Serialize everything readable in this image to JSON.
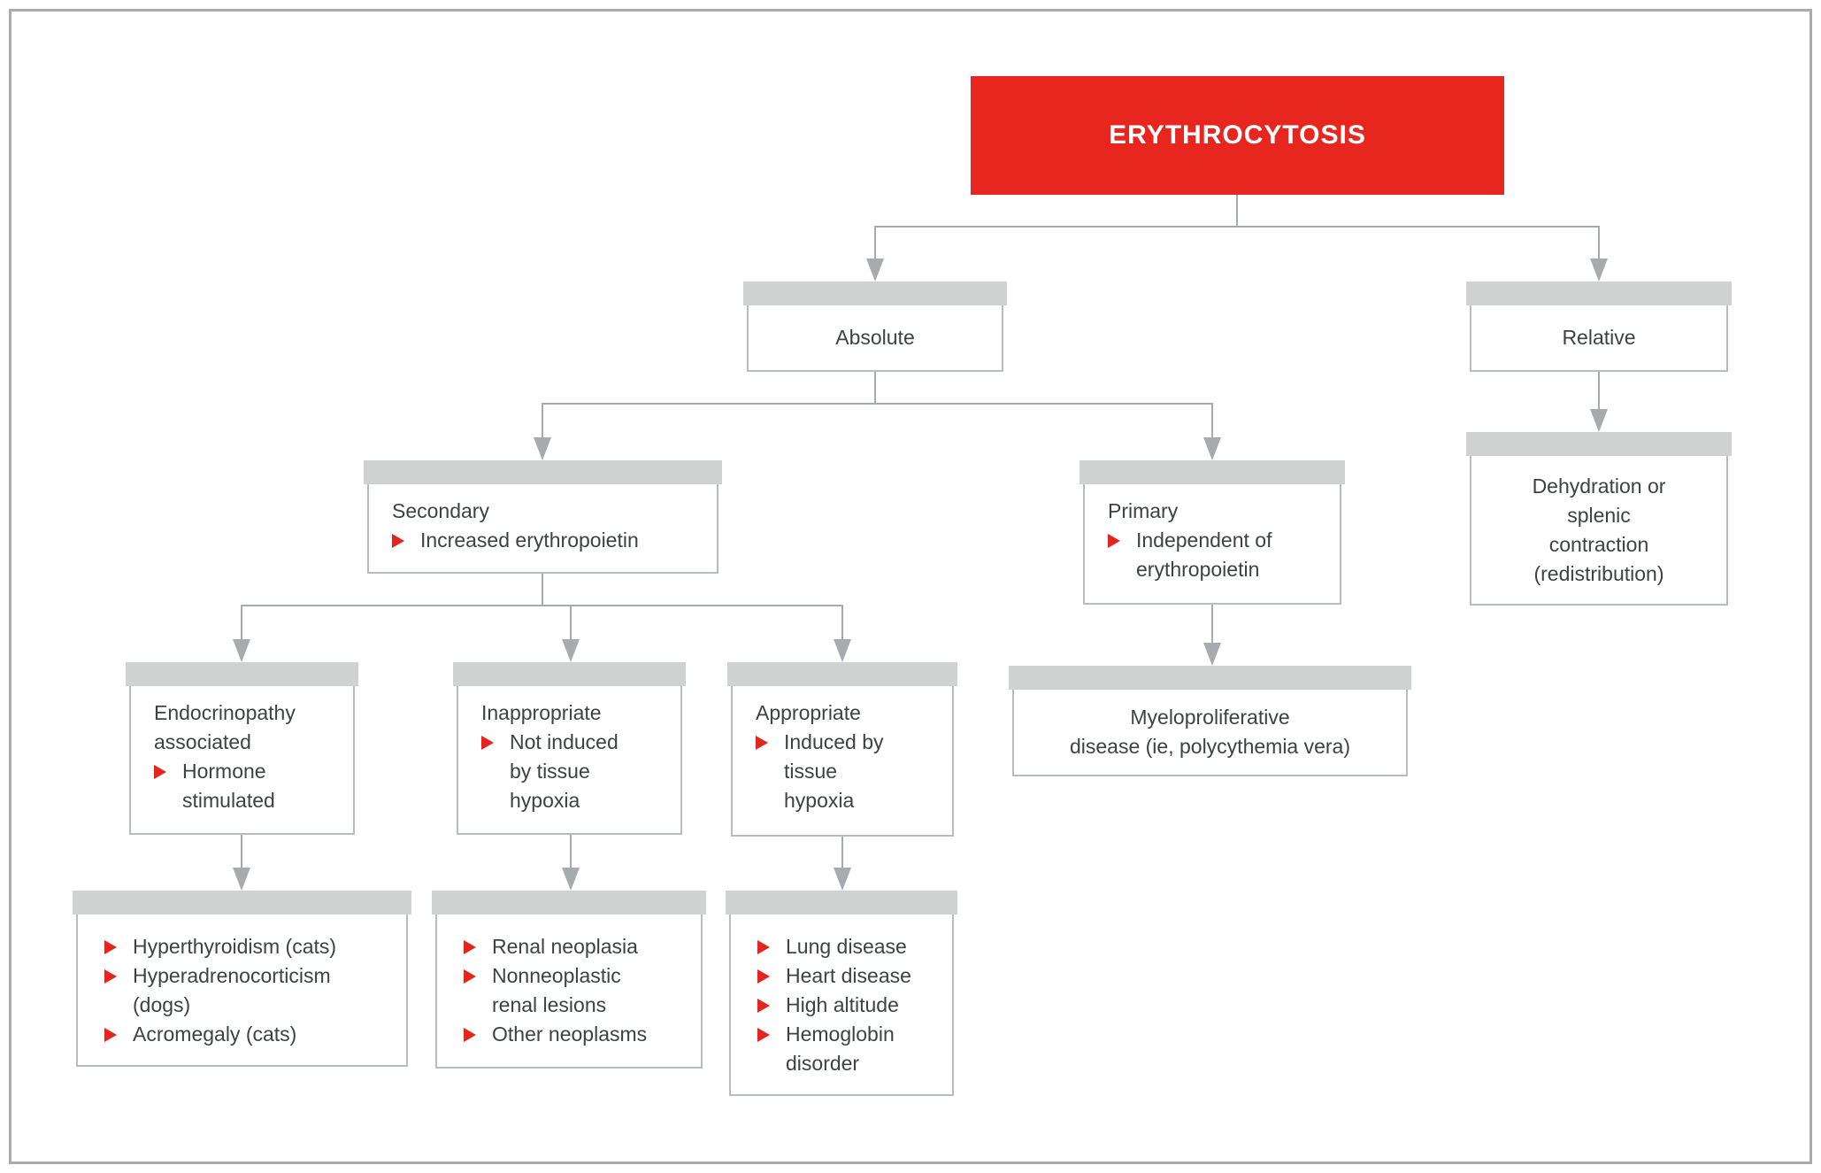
{
  "diagram": {
    "title": "ERYTHROCYTOSIS",
    "colors": {
      "header_red": "#e6261f",
      "bullet_red": "#e3251d",
      "cap_gray": "#d0d2d2",
      "connector_gray": "#a8abad",
      "text_gray": "#3f4243"
    },
    "nodes": {
      "absolute": {
        "label": "Absolute"
      },
      "relative": {
        "label": "Relative"
      },
      "secondary": {
        "heading": "Secondary",
        "bullets": [
          "Increased erythropoietin"
        ]
      },
      "primary": {
        "heading": "Primary",
        "bullets": [
          "Independent of\nerythropoietin"
        ]
      },
      "dehydration": {
        "label": "Dehydration or\nsplenic\ncontraction\n(redistribution)"
      },
      "endocrinopathy": {
        "heading": "Endocrinopathy\nassociated",
        "bullets": [
          "Hormone\nstimulated"
        ]
      },
      "inappropriate": {
        "heading": "Inappropriate",
        "bullets": [
          "Not induced\nby tissue\nhypoxia"
        ]
      },
      "appropriate": {
        "heading": "Appropriate",
        "bullets": [
          "Induced by\ntissue\nhypoxia"
        ]
      },
      "myeloproliferative": {
        "label": "Myeloproliferative\ndisease (ie, polycythemia vera)"
      },
      "endocrine_causes": {
        "bullets": [
          "Hyperthyroidism (cats)",
          "Hyperadrenocorticism\n(dogs)",
          "Acromegaly (cats)"
        ]
      },
      "renal_causes": {
        "bullets": [
          "Renal neoplasia",
          "Nonneoplastic\nrenal lesions",
          "Other neoplasms"
        ]
      },
      "hypoxia_causes": {
        "bullets": [
          "Lung disease",
          "Heart disease",
          "High altitude",
          "Hemoglobin\ndisorder"
        ]
      }
    }
  }
}
